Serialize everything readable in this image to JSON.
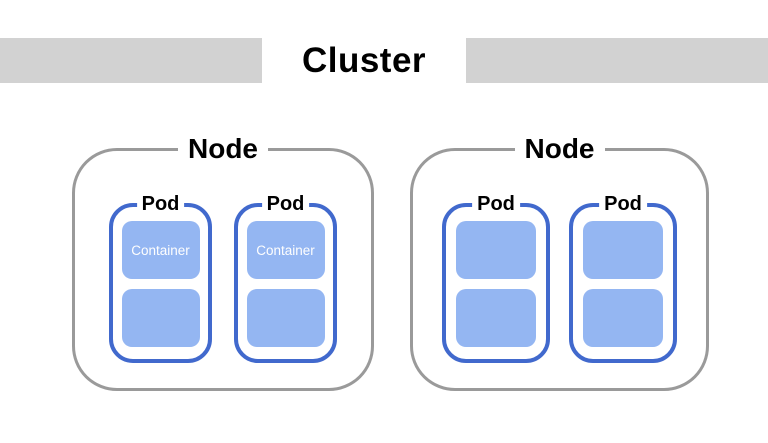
{
  "header": {
    "title": "Cluster"
  },
  "colors": {
    "bar": "#d2d2d2",
    "node_border": "#9a9a9a",
    "pod_border": "#4169cd",
    "container_fill": "#94b6f2",
    "container_text": "#fefefe",
    "label_text": "#000000",
    "bg": "#ffffff"
  },
  "nodes": [
    {
      "label": "Node",
      "pods": [
        {
          "label": "Pod",
          "containers": [
            {
              "label": "Container"
            },
            {
              "label": ""
            }
          ]
        },
        {
          "label": "Pod",
          "containers": [
            {
              "label": "Container"
            },
            {
              "label": ""
            }
          ]
        }
      ]
    },
    {
      "label": "Node",
      "pods": [
        {
          "label": "Pod",
          "containers": [
            {
              "label": ""
            },
            {
              "label": ""
            }
          ]
        },
        {
          "label": "Pod",
          "containers": [
            {
              "label": ""
            },
            {
              "label": ""
            }
          ]
        }
      ]
    }
  ]
}
